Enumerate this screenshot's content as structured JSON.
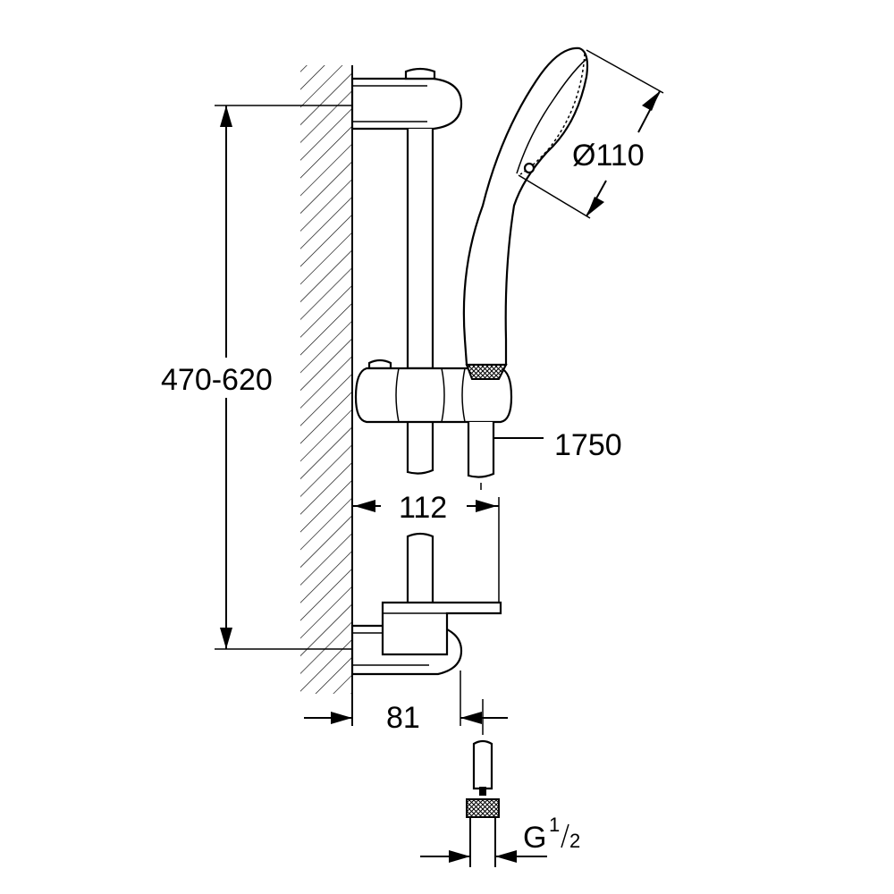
{
  "dimensions": {
    "rail_height": "470-620",
    "handshower_diameter": "Ø110",
    "hose_length": "1750",
    "rail_to_holder": "112",
    "wall_projection": "81",
    "thread_main": "G",
    "thread_num": "1",
    "thread_den": "2"
  }
}
